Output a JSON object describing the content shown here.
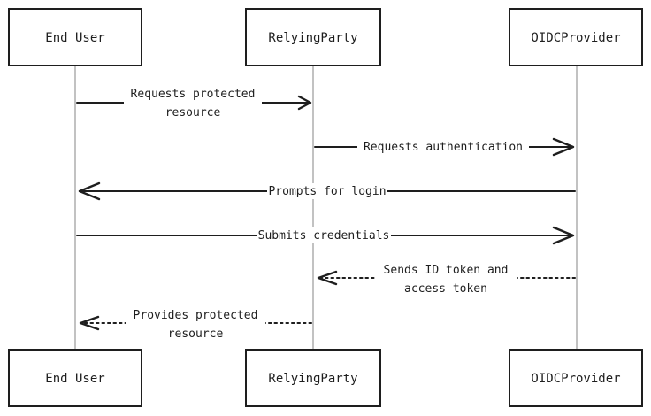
{
  "participants": [
    {
      "id": "user",
      "label": "End User"
    },
    {
      "id": "rp",
      "label": "RelyingParty"
    },
    {
      "id": "op",
      "label": "OIDCProvider"
    }
  ],
  "messages": [
    {
      "from": "user",
      "to": "rp",
      "lines": [
        "Requests protected",
        "resource"
      ],
      "style": "solid"
    },
    {
      "from": "rp",
      "to": "op",
      "lines": [
        "Requests authentication"
      ],
      "style": "solid"
    },
    {
      "from": "op",
      "to": "user",
      "lines": [
        "Prompts for login"
      ],
      "style": "solid"
    },
    {
      "from": "user",
      "to": "op",
      "lines": [
        "Submits credentials"
      ],
      "style": "solid"
    },
    {
      "from": "op",
      "to": "rp",
      "lines": [
        "Sends ID token and",
        "access token"
      ],
      "style": "dotted"
    },
    {
      "from": "rp",
      "to": "user",
      "lines": [
        "Provides protected",
        "resource"
      ],
      "style": "dotted"
    }
  ],
  "colors": {
    "stroke": "#1e1e1e",
    "lifeline": "#9a9a9a",
    "background": "#ffffff"
  }
}
